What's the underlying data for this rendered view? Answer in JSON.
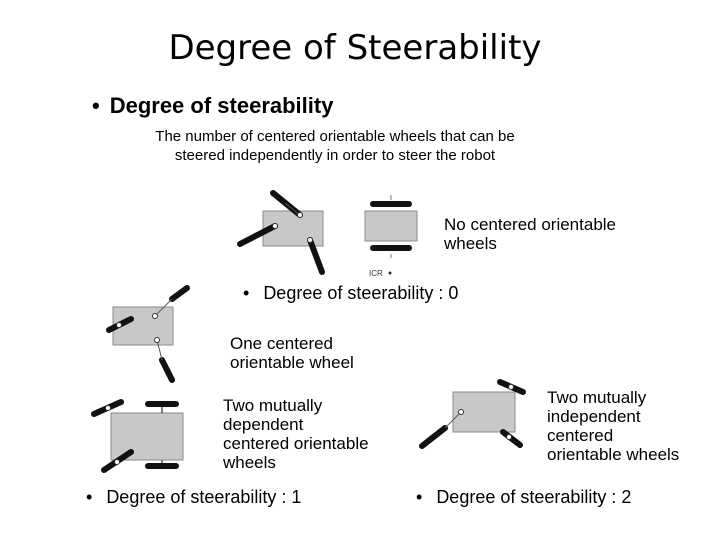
{
  "slide": {
    "title": "Degree of Steerability",
    "heading": "Degree of steerability",
    "definition_line1": "The number of centered orientable wheels that can be",
    "definition_line2": "steered  independently in order to steer the robot",
    "bullet_glyph": "•"
  },
  "cases": {
    "zero": {
      "label_line1": "No centered orientable",
      "label_line2": "wheels",
      "degree_text": "Degree of steerability :  0",
      "icr_label": "ICR"
    },
    "one": {
      "label_line1": "One centered",
      "label_line2": "orientable wheel",
      "degree_text": "Degree of steerability : 1"
    },
    "two_dependent": {
      "label_line1": "Two mutually",
      "label_line2": "dependent",
      "label_line3": "centered orientable",
      "label_line4": "wheels"
    },
    "two_independent": {
      "label_line1": "Two mutually",
      "label_line2": "independent",
      "label_line3": "centered",
      "label_line4": "orientable wheels",
      "degree_text": "Degree of steerability : 2"
    }
  },
  "colors": {
    "body_fill": "#c8c8c8",
    "body_stroke": "#8a8a8a",
    "wheel": "#111111"
  }
}
